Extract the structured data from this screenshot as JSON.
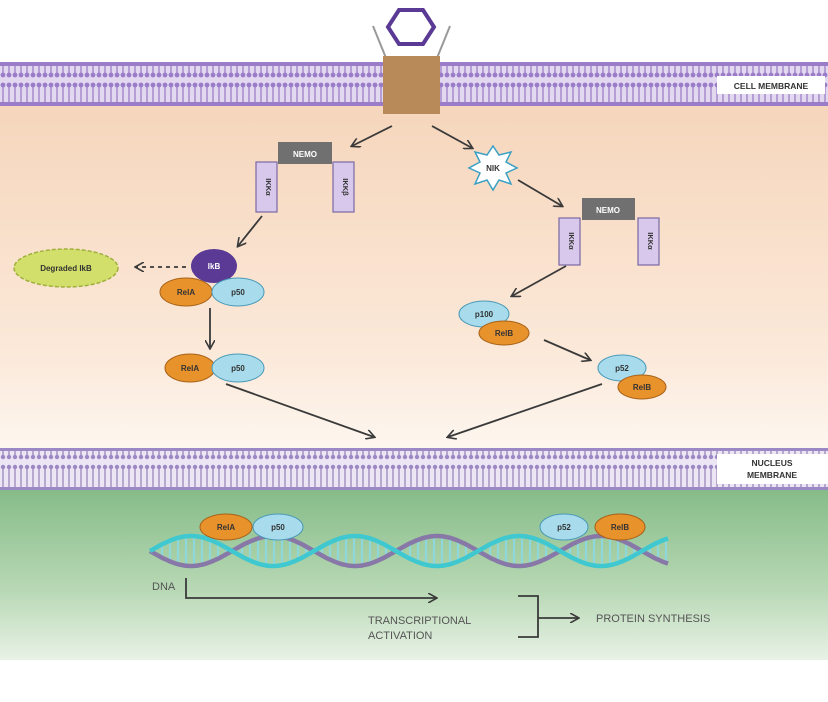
{
  "membranes": {
    "cell": "CELL MEMBRANE",
    "nucleus_line1": "NUCLEUS",
    "nucleus_line2": "MEMBRANE"
  },
  "canonical": {
    "nemo": "NEMO",
    "ikk_left": "IKKα",
    "ikk_right": "IKKβ",
    "ikb": "IkB",
    "rela": "RelA",
    "p50": "p50",
    "degraded": "Degraded IkB",
    "rela_2": "RelA",
    "p50_2": "p50"
  },
  "noncanonical": {
    "nik": "NIK",
    "nemo": "NEMO",
    "ikk_left": "IKKα",
    "ikk_right": "IKKα",
    "p100": "p100",
    "relb": "RelB",
    "p52": "p52",
    "relb_2": "RelB"
  },
  "nucleus": {
    "rela": "RelA",
    "p50": "p50",
    "p52": "p52",
    "relb": "RelB",
    "dna": "DNA",
    "transcription_line1": "TRANSCRIPTIONAL",
    "transcription_line2": "ACTIVATION",
    "protein": "PROTEIN SYNTHESIS"
  },
  "colors": {
    "membrane": "#b8a4d4",
    "cytoplasm": "#f8dcc4",
    "nucleus": "#8fc290",
    "receptor": "#b88a5a",
    "rela": "#e8922c",
    "p50": "#a8dcec",
    "ikk": "#d8c8ec",
    "nemo": "#707070",
    "dna_teal": "#40c8d0",
    "dna_purple": "#8878a8"
  }
}
